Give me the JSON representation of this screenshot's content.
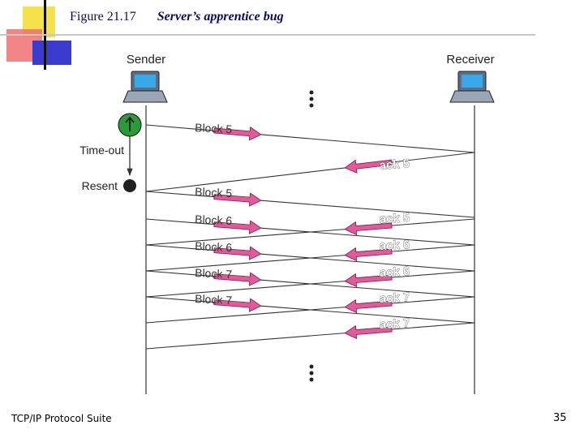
{
  "figure": {
    "number": "Figure 21.17",
    "caption": "Server’s apprentice bug"
  },
  "footer": {
    "suite": "TCP/IP Protocol Suite",
    "page": "35"
  },
  "diagram": {
    "sender_label": "Sender",
    "receiver_label": "Receiver",
    "timeout_label": "Time-out",
    "resent_label": "Resent",
    "continuation_icon": "vertical-ellipsis-icon",
    "timer_icon": "up-arrow-icon",
    "host_icon": "laptop-icon",
    "colors": {
      "arrow": "#e35a9a",
      "timer": "#2a9a3a",
      "line": "#333333",
      "accent_yellow": "#f5e14a",
      "accent_blue": "#3b3bd0",
      "accent_red": "#e05050"
    },
    "messages": [
      {
        "label": "Block 5",
        "direction": "sender-to-receiver",
        "note": "original"
      },
      {
        "label": "ack 5",
        "direction": "receiver-to-sender"
      },
      {
        "label": "Block 5",
        "direction": "sender-to-receiver",
        "note": "resent"
      },
      {
        "label": "Block 6",
        "direction": "sender-to-receiver"
      },
      {
        "label": "ack 5",
        "direction": "receiver-to-sender"
      },
      {
        "label": "Block 6",
        "direction": "sender-to-receiver"
      },
      {
        "label": "ack 6",
        "direction": "receiver-to-sender"
      },
      {
        "label": "Block 7",
        "direction": "sender-to-receiver"
      },
      {
        "label": "ack 6",
        "direction": "receiver-to-sender"
      },
      {
        "label": "Block 7",
        "direction": "sender-to-receiver"
      },
      {
        "label": "ack 7",
        "direction": "receiver-to-sender"
      },
      {
        "label": "ack 7",
        "direction": "receiver-to-sender"
      }
    ]
  }
}
